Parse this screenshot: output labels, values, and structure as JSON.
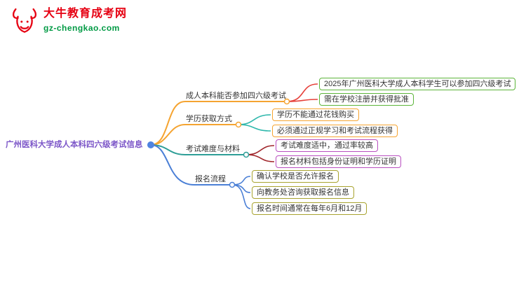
{
  "logo": {
    "title": "大牛教育成考网",
    "url": "gz-chengkao.com"
  },
  "root": {
    "label": "广州医科大学成人本科四六级考试信息"
  },
  "branches": [
    {
      "label": "成人本科能否参加四六级考试",
      "children": [
        "2025年广州医科大学成人本科学生可以参加四六级考试",
        "需在学校注册并获得批准"
      ]
    },
    {
      "label": "学历获取方式",
      "children": [
        "学历不能通过花钱购买",
        "必须通过正规学习和考试流程获得"
      ]
    },
    {
      "label": "考试难度与材料",
      "children": [
        "考试难度适中，通过率较高",
        "报名材料包括身份证明和学历证明"
      ]
    },
    {
      "label": "报名流程",
      "children": [
        "确认学校是否允许报名",
        "向教务处咨询获取报名信息",
        "报名时间通常在每年6月和12月"
      ]
    }
  ],
  "colors": {
    "logo_red": "#e60012",
    "logo_green": "#009a44",
    "root_text": "#7c56c8",
    "root_dot": "#4f84e0",
    "branch1_line": "#f5a431",
    "branch1_link": "#e6403a",
    "branch1_child_border": "#5cb53a",
    "branch2_line": "#f5a431",
    "branch2_link": "#2fb8ac",
    "branch2_child_border": "#f5a431",
    "branch3_line": "#2e9e97",
    "branch3_link": "#a0252a",
    "branch3_child_border": "#b94fc0",
    "branch4_line": "#4a7fd6",
    "bran4_link": "#4a7fd6",
    "branch4_child_border": "#a8a32f"
  }
}
